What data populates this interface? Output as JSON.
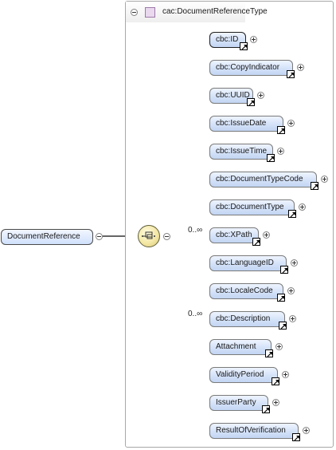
{
  "root": {
    "label": "DocumentReference"
  },
  "type": {
    "label": "cac:DocumentReferenceType"
  },
  "children": [
    {
      "label": "cbc:ID",
      "occurs": ""
    },
    {
      "label": "cbc:CopyIndicator",
      "occurs": ""
    },
    {
      "label": "cbc:UUID",
      "occurs": ""
    },
    {
      "label": "cbc:IssueDate",
      "occurs": ""
    },
    {
      "label": "cbc:IssueTime",
      "occurs": ""
    },
    {
      "label": "cbc:DocumentTypeCode",
      "occurs": ""
    },
    {
      "label": "cbc:DocumentType",
      "occurs": ""
    },
    {
      "label": "cbc:XPath",
      "occurs": "0..∞"
    },
    {
      "label": "cbc:LanguageID",
      "occurs": ""
    },
    {
      "label": "cbc:LocaleCode",
      "occurs": ""
    },
    {
      "label": "cbc:Description",
      "occurs": "0..∞"
    },
    {
      "label": "Attachment",
      "occurs": ""
    },
    {
      "label": "ValidityPeriod",
      "occurs": ""
    },
    {
      "label": "IssuerParty",
      "occurs": ""
    },
    {
      "label": "ResultOfVerification",
      "occurs": ""
    }
  ],
  "icons": {
    "expand": "plus-circle-icon",
    "collapse": "minus-circle-icon",
    "reference": "reference-arrow-icon",
    "sequence": "sequence-compositor-icon",
    "type": "complex-type-icon"
  },
  "colors": {
    "node_fill": "#d4e2f8",
    "node_border": "#7a7a7a",
    "compositor_fill": "#f4e8a6",
    "type_icon": "#ead8ef",
    "connector": "#bdbdbd"
  }
}
